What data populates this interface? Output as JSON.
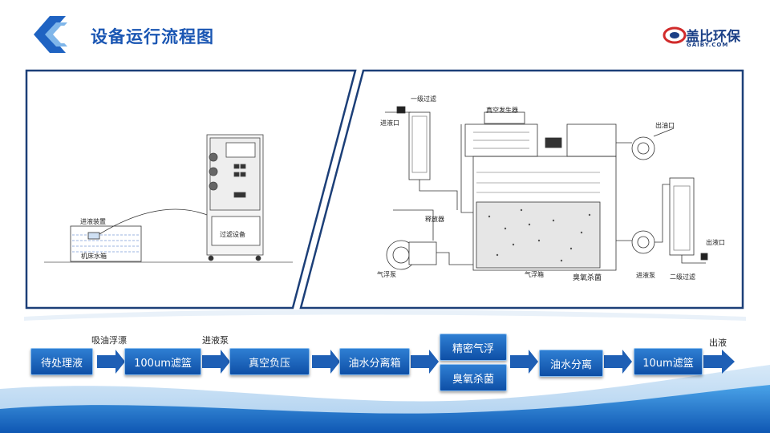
{
  "header": {
    "title": "设备运行流程图",
    "brand_name": "盖比环保",
    "brand_sub": "GAIBY.COM"
  },
  "left_diagram": {
    "feed_device_label": "进液装置",
    "tank_label": "机床水箱",
    "filter_label": "过滤设备"
  },
  "right_diagram": {
    "primary_filter": "一级过滤",
    "inlet": "进液口",
    "vacuum_generator": "真空发生器",
    "oil_outlet": "出油口",
    "releaser": "释放器",
    "float_pump": "气浮泵",
    "float_tank": "气浮箱",
    "ozone": "臭氧杀菌",
    "feed_pump": "进液泵",
    "secondary_filter": "二级过滤",
    "outlet": "出液口"
  },
  "flow": {
    "steps": [
      "待处理液",
      "100um滤篮",
      "真空负压",
      "油水分离箱",
      "精密气浮",
      "臭氧杀菌",
      "油水分离",
      "10um滤篮"
    ],
    "label_skim": "吸油浮漂",
    "label_pump": "进液泵",
    "label_out": "出液"
  },
  "colors": {
    "accent": "#1a56b3",
    "flow_box": "#1760b8",
    "arrow": "#1e5fb5",
    "panel_border": "#1c3f78"
  }
}
